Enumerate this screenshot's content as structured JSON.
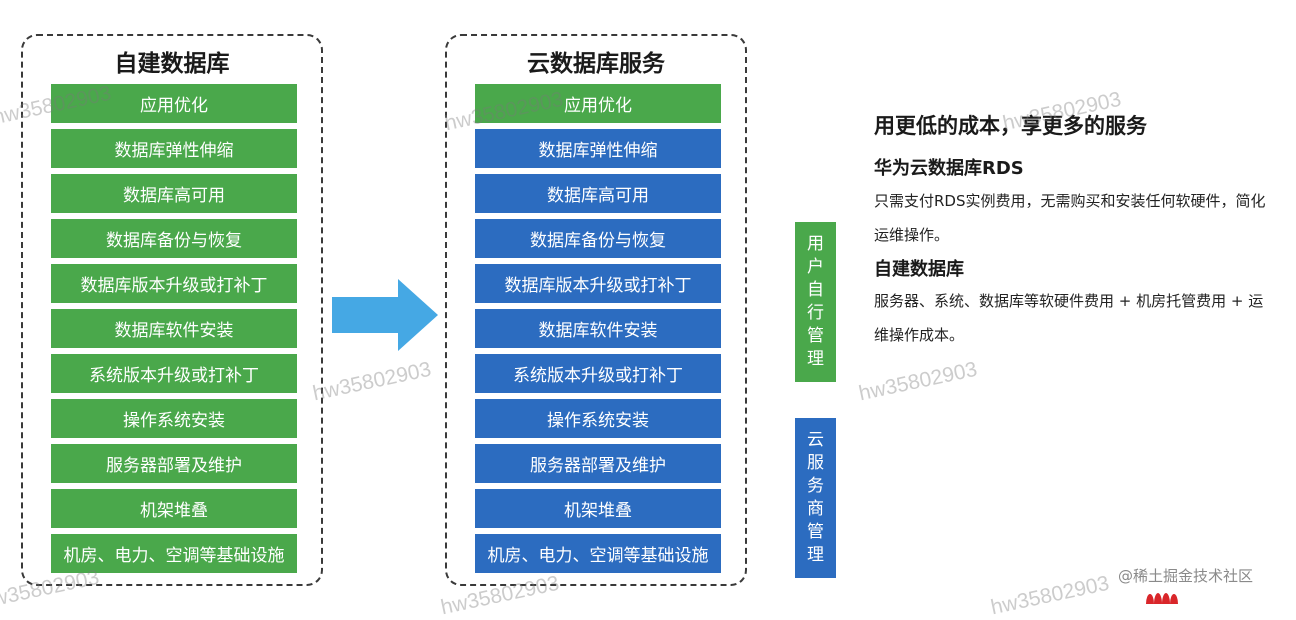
{
  "left_panel": {
    "title": "自建数据库",
    "layers": [
      "应用优化",
      "数据库弹性伸缩",
      "数据库高可用",
      "数据库备份与恢复",
      "数据库版本升级或打补丁",
      "数据库软件安装",
      "系统版本升级或打补丁",
      "操作系统安装",
      "服务器部署及维护",
      "机架堆叠",
      "机房、电力、空调等基础设施"
    ]
  },
  "right_panel": {
    "title": "云数据库服务",
    "layers": [
      "应用优化",
      "数据库弹性伸缩",
      "数据库高可用",
      "数据库备份与恢复",
      "数据库版本升级或打补丁",
      "数据库软件安装",
      "系统版本升级或打补丁",
      "操作系统安装",
      "服务器部署及维护",
      "机架堆叠",
      "机房、电力、空调等基础设施"
    ],
    "layer_colors": [
      "green",
      "blue",
      "blue",
      "blue",
      "blue",
      "blue",
      "blue",
      "blue",
      "blue",
      "blue",
      "blue"
    ]
  },
  "legend": {
    "user_managed": [
      "用",
      "户",
      "自",
      "行",
      "管",
      "理"
    ],
    "cloud_managed": [
      "云",
      "服",
      "务",
      "商",
      "管",
      "理"
    ]
  },
  "notes": {
    "heading": "用更低的成本，享更多的服务",
    "rds_heading": "华为云数据库RDS",
    "rds_desc": "只需支付RDS实例费用，无需购买和安装任何软硬件，简化运维操作。",
    "self_heading": "自建数据库",
    "self_desc": "服务器、系统、数据库等软硬件费用 + 机房托管费用 + 运维操作成本。"
  },
  "watermark": "hw35802903",
  "brand": "@稀土掘金技术社区",
  "colors": {
    "green": "#4aa84b",
    "blue": "#2c6cc0",
    "arrow": "#45a8e4"
  },
  "icons": {
    "arrow": "right-arrow-icon",
    "logo": "huawei-logo-icon"
  }
}
